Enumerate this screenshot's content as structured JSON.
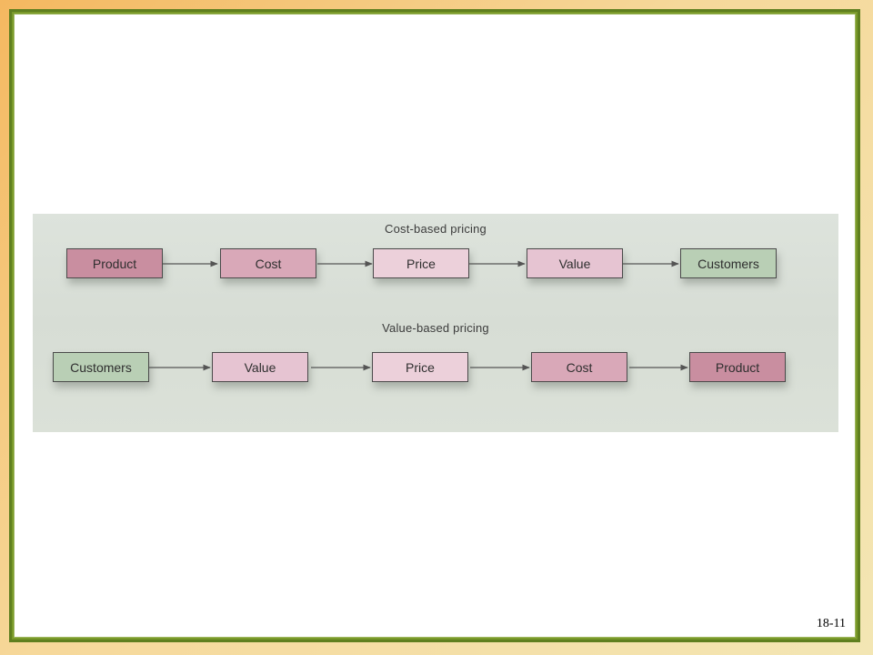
{
  "figure": {
    "top_row": {
      "title": "Cost-based pricing",
      "nodes": [
        {
          "label": "Product",
          "color": "#c98ea0"
        },
        {
          "label": "Cost",
          "color": "#d9a8b8"
        },
        {
          "label": "Price",
          "color": "#ecd0da"
        },
        {
          "label": "Value",
          "color": "#e6c4d2"
        },
        {
          "label": "Customers",
          "color": "#b9cfb5"
        }
      ]
    },
    "bottom_row": {
      "title": "Value-based pricing",
      "nodes": [
        {
          "label": "Customers",
          "color": "#b9cfb5"
        },
        {
          "label": "Value",
          "color": "#e6c4d2"
        },
        {
          "label": "Price",
          "color": "#ecd0da"
        },
        {
          "label": "Cost",
          "color": "#d9a8b8"
        },
        {
          "label": "Product",
          "color": "#c98ea0"
        }
      ]
    }
  },
  "slide_number": "18-11",
  "frame_color": "#5f7f1f"
}
